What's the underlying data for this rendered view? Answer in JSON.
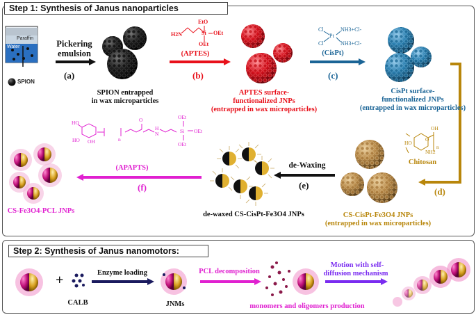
{
  "step1": {
    "title": "Step 1: Synthesis of Janus nanoparticles",
    "beaker": {
      "paraffin": "Paraffin",
      "water": "Water",
      "spion": "SPION"
    },
    "pickering": [
      "Pickering",
      "emulsion"
    ],
    "steps": {
      "a": "(a)",
      "b": "(b)",
      "c": "(c)",
      "d": "(d)",
      "e": "(e)",
      "f": "(f)"
    },
    "reagents": {
      "aptes": "(APTES)",
      "cispt": "(CisPt)",
      "chitosan": "Chitosan",
      "apapts": "(APAPTS)",
      "dewaxing": "de-Waxing"
    },
    "captions": {
      "spion_wax": [
        "SPION entrapped",
        "in wax microparticles"
      ],
      "aptes_jnps": [
        "APTES surface-",
        "functionalized JNPs",
        "(entrapped in wax microparticles)"
      ],
      "cispt_jnps": [
        "CisPt surface-",
        "functionalized JNPs",
        "(entrapped in wax microparticles)"
      ],
      "cs_cispt": [
        "CS-CisPt-Fe3O4 JNPs",
        "(entrapped in wax microparticles)"
      ],
      "dewaxed": "de-waxed CS-CisPt-Fe3O4 JNPs",
      "pcl": "CS-Fe3O4-PCL JNPs"
    },
    "chem": {
      "aptes": [
        "H2N",
        "EtO",
        "Si",
        "OEt",
        "OEt"
      ],
      "cispt": [
        "Cl",
        "Pt",
        "NH3+Cl-",
        "Cl",
        "NH3+Cl-"
      ],
      "chitosan": [
        "OH",
        "HO",
        "O",
        "NH2",
        "n"
      ],
      "apapts": [
        "HO",
        "HO",
        "OH",
        "O",
        "n",
        "H",
        "N",
        "Si",
        "OEt",
        "OEt",
        "OEt"
      ]
    }
  },
  "step2": {
    "title": "Step 2: Synthesis of Janus nanomotors:",
    "plus": "+",
    "calb": "CALB",
    "enzyme_loading": "Enzyme loading",
    "jnms": "JNMs",
    "pcl_decomp": "PCL decomposition",
    "monomers": "monomers and oligomers production",
    "motion": [
      "Motion with self-",
      "diffusion mechanism"
    ]
  },
  "colors": {
    "red": "#e8101a",
    "blue": "#1a6496",
    "gold": "#b8860b",
    "magenta": "#e020d0",
    "navy": "#1a1a5e",
    "purple": "#7a2cf0",
    "maroon": "#8b1a4a"
  }
}
